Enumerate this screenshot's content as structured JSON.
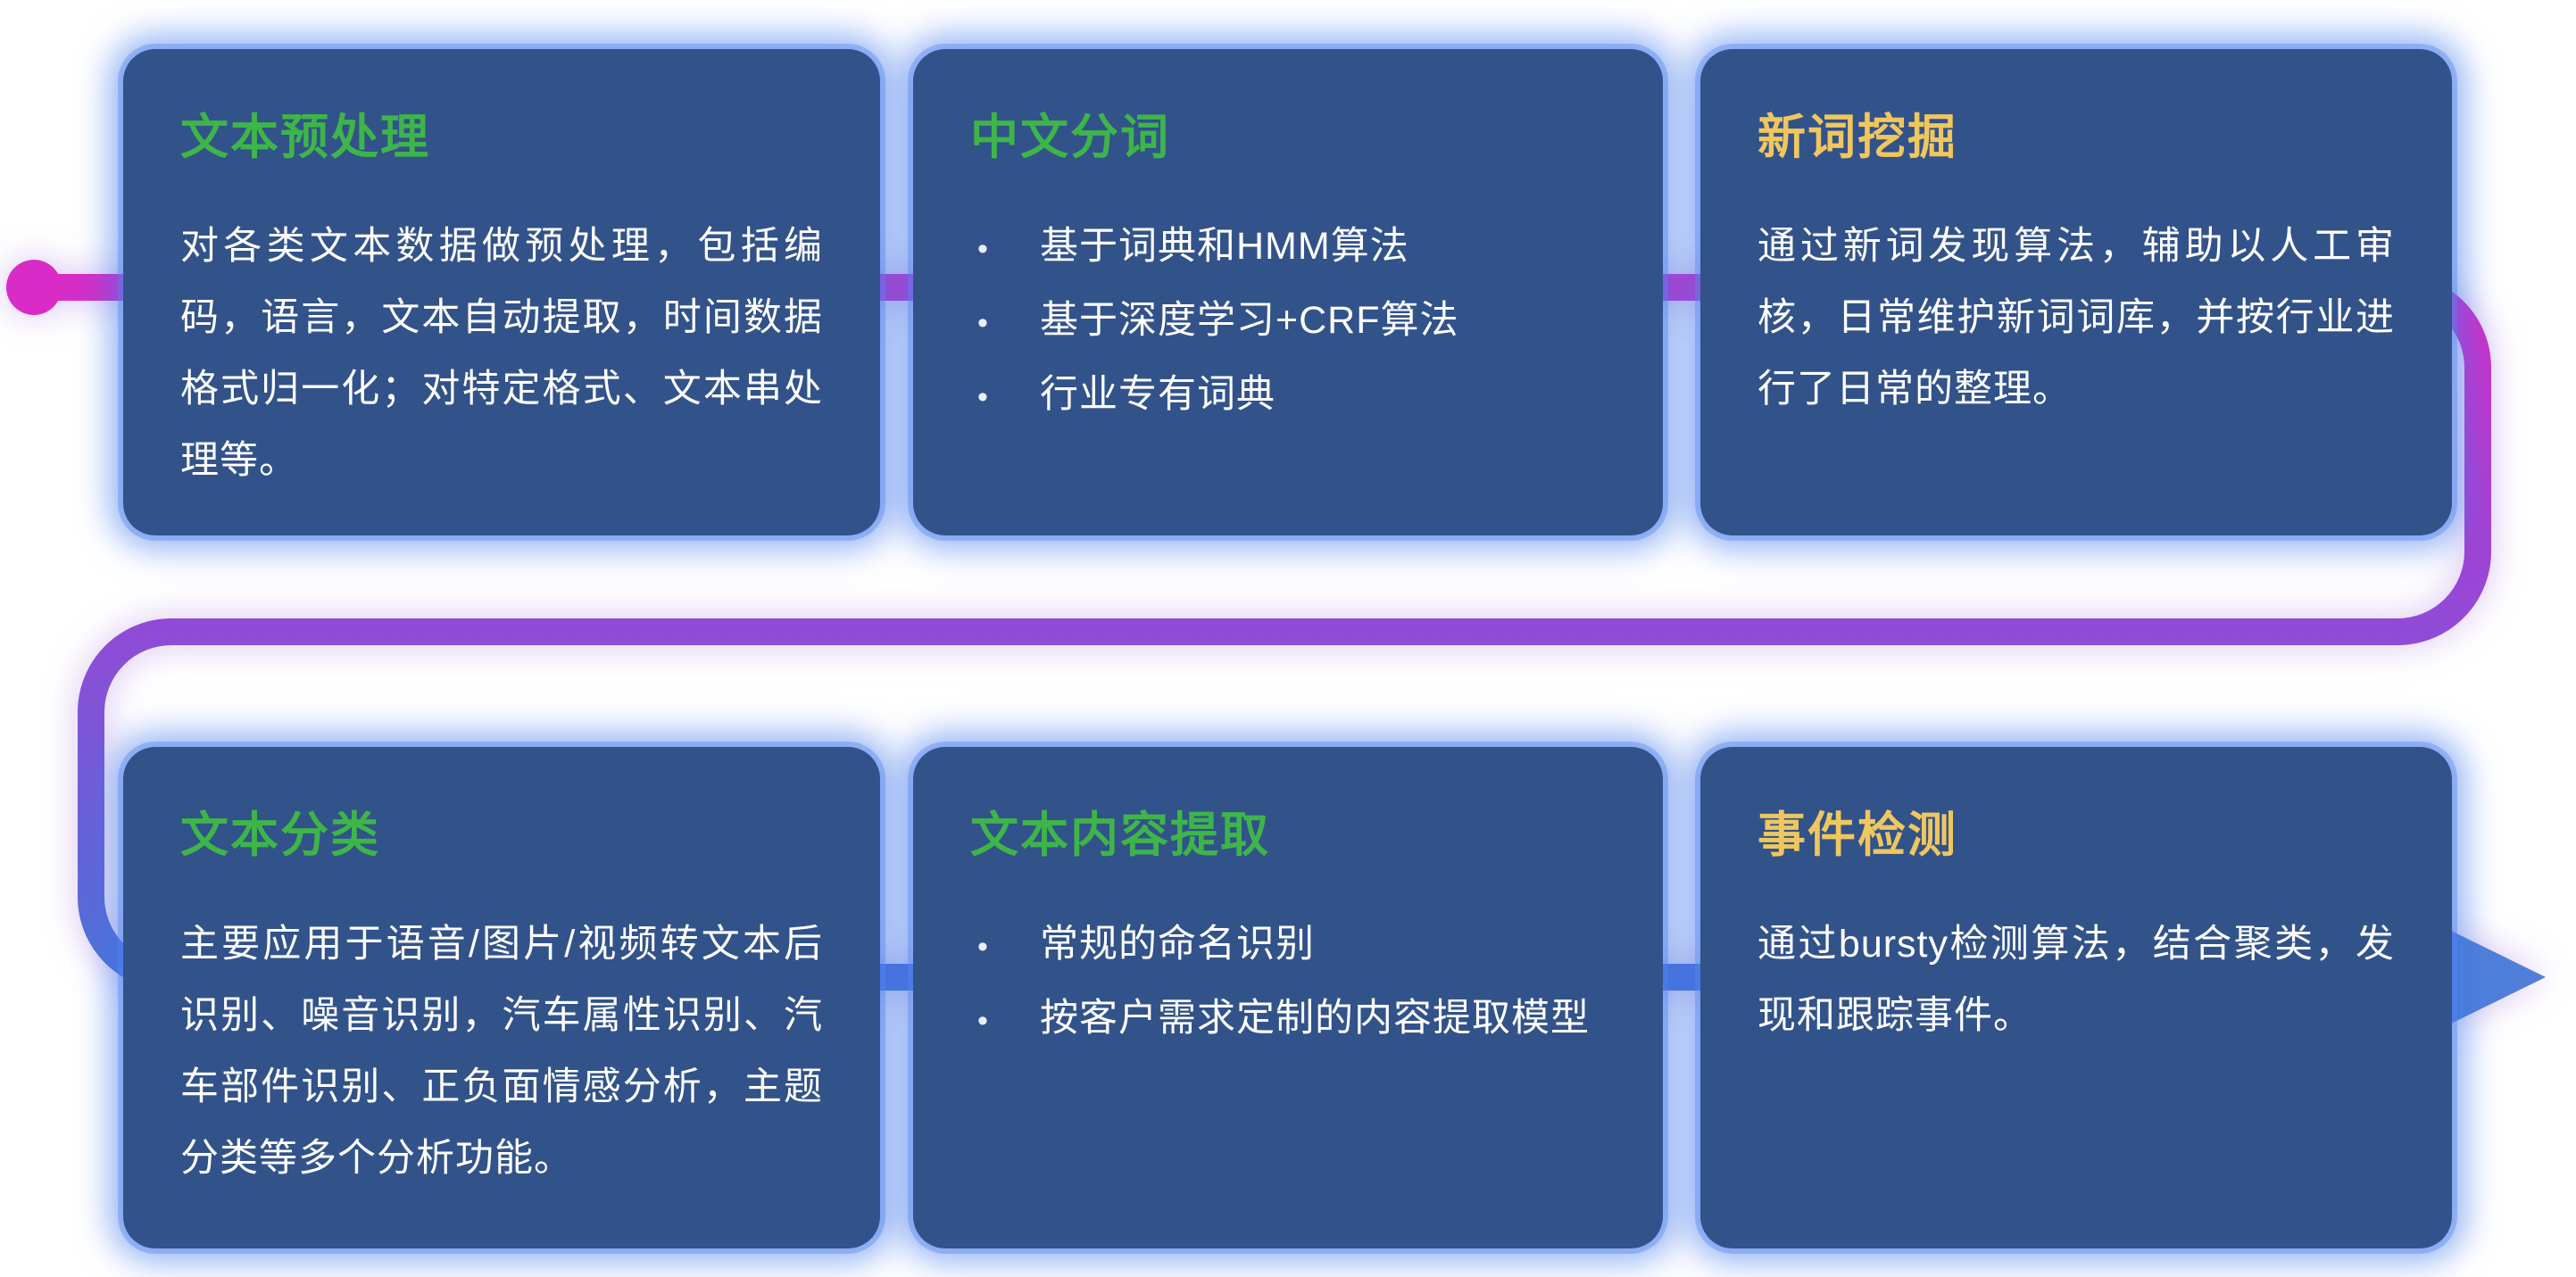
{
  "ui": {
    "bullet": "•"
  },
  "colors": {
    "card_bg": "#32528a",
    "card_glow": "#3f7bf0",
    "title_green": "#3eb549",
    "title_yellow": "#efc75e",
    "body_text": "#ffffff"
  },
  "flow": {
    "start_dot_color": "#d92cc6",
    "gradient_top": "#d92cc6",
    "gradient_mid": "#9747d6",
    "gradient_bottom": "#4a74d6",
    "arrow_color": "#4f7fd9"
  },
  "cards": [
    {
      "title": "文本预处理",
      "title_color": "#3eb549",
      "body": "对各类文本数据做预处理，包括编码，语言，文本自动提取，时间数据格式归一化；对特定格式、文本串处理等。",
      "bullets": []
    },
    {
      "title": "中文分词",
      "title_color": "#3eb549",
      "body": "",
      "bullets": [
        "基于词典和HMM算法",
        "基于深度学习+CRF算法",
        "行业专有词典"
      ]
    },
    {
      "title": "新词挖掘",
      "title_color": "#efc75e",
      "body": "通过新词发现算法，辅助以人工审核，日常维护新词词库，并按行业进行了日常的整理。",
      "bullets": []
    },
    {
      "title": "文本分类",
      "title_color": "#3eb549",
      "body": "主要应用于语音/图片/视频转文本后识别、噪音识别，汽车属性识别、汽车部件识别、正负面情感分析，主题分类等多个分析功能。",
      "bullets": []
    },
    {
      "title": "文本内容提取",
      "title_color": "#3eb549",
      "body": "",
      "bullets": [
        "常规的命名识别",
        "按客户需求定制的内容提取模型"
      ]
    },
    {
      "title": "事件检测",
      "title_color": "#efc75e",
      "body": "通过bursty检测算法，结合聚类，发现和跟踪事件。",
      "bullets": []
    }
  ]
}
